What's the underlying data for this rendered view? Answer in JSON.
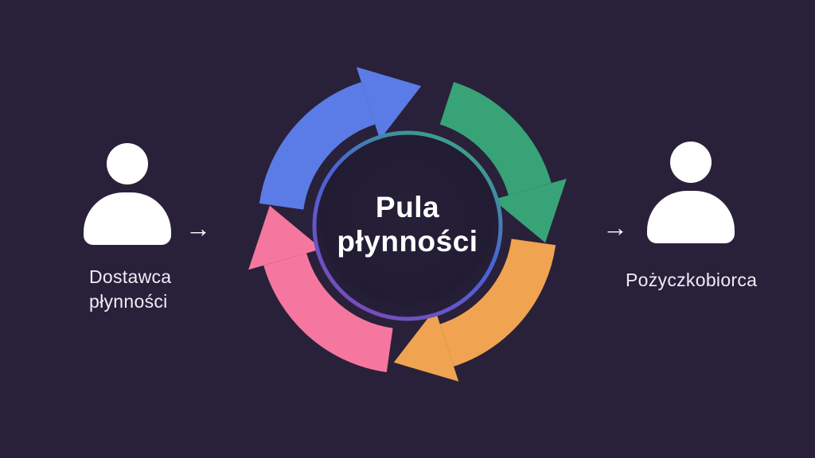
{
  "background_color": "#29213a",
  "center": {
    "title_line1": "Pula",
    "title_line2": "płynności",
    "fill_color": "#221c33",
    "ring_gradient_start": "#3aa87c",
    "ring_gradient_mid": "#4a63d8",
    "ring_gradient_end": "#7c4bb8"
  },
  "left_actor": {
    "icon": "person-icon",
    "label_line1": "Dostawca",
    "label_line2": "płynności"
  },
  "right_actor": {
    "icon": "person-icon",
    "label": "Pożyczkobiorca"
  },
  "flow_arrow_glyph": "→",
  "cycle_arrows": [
    {
      "position": "top-left",
      "direction": "clockwise",
      "color": "#5b7ce6"
    },
    {
      "position": "top-right",
      "direction": "clockwise",
      "color": "#38a377"
    },
    {
      "position": "bottom-right",
      "direction": "clockwise",
      "color": "#f0a350"
    },
    {
      "position": "bottom-left",
      "direction": "clockwise",
      "color": "#f5779f"
    }
  ]
}
